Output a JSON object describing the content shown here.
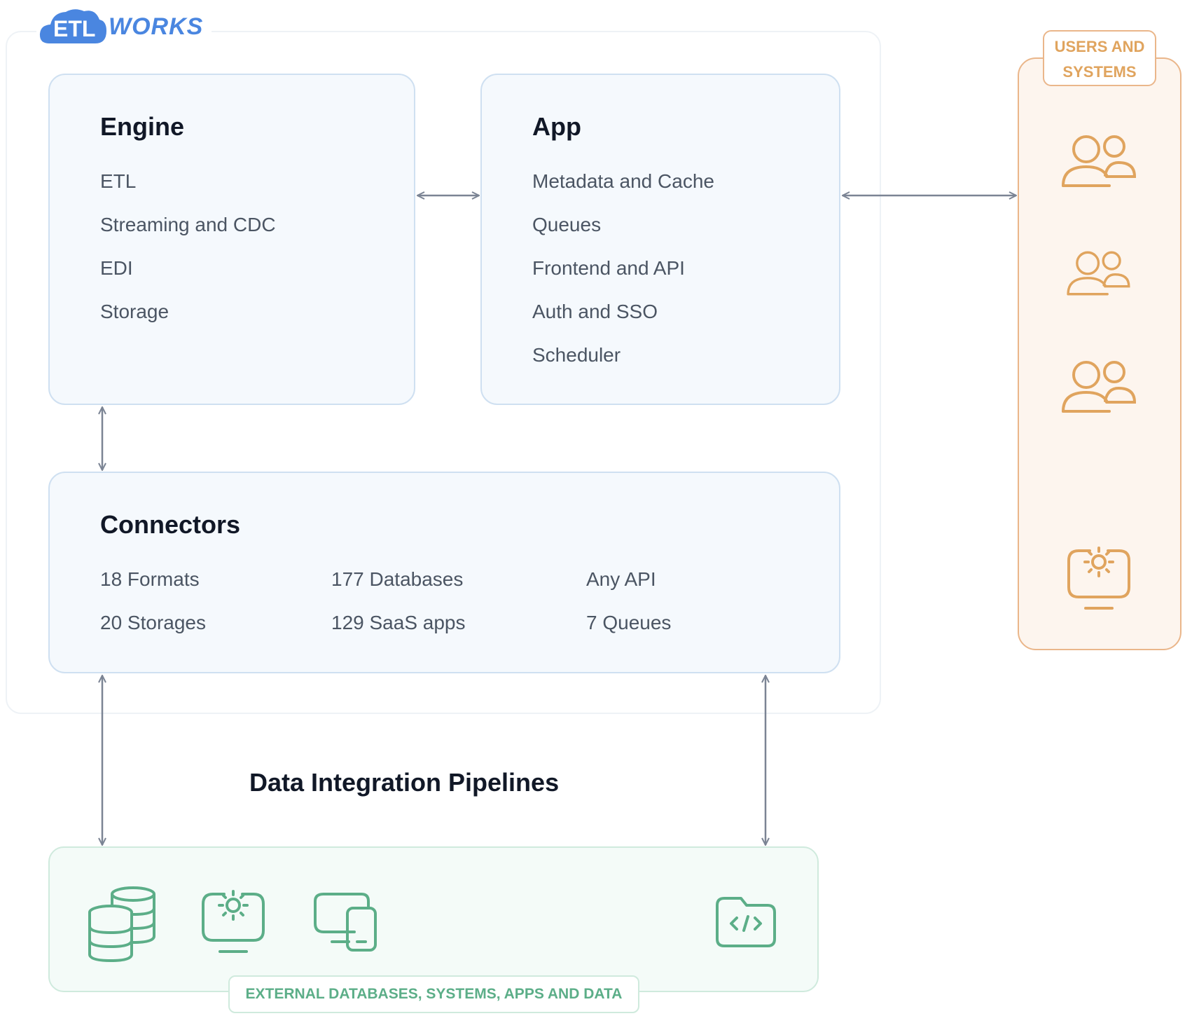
{
  "logo": {
    "etl": "ETL",
    "works": "WORKS"
  },
  "engine": {
    "title": "Engine",
    "items": [
      "ETL",
      "Streaming and CDC",
      "EDI",
      "Storage"
    ]
  },
  "app": {
    "title": "App",
    "items": [
      "Metadata and Cache",
      "Queues",
      "Frontend and API",
      "Auth and SSO",
      "Scheduler"
    ]
  },
  "connectors": {
    "title": "Connectors",
    "col1": [
      "18 Formats",
      "20 Storages"
    ],
    "col2": [
      "177 Databases",
      "129 SaaS apps"
    ],
    "col3": [
      "Any API",
      "7 Queues"
    ]
  },
  "users": {
    "label_line1": "USERS AND",
    "label_line2": "SYSTEMS",
    "icons": [
      "users-group-icon",
      "users-group-icon",
      "users-group-icon",
      "monitor-gear-icon"
    ]
  },
  "pipelines": {
    "title": "Data Integration Pipelines"
  },
  "external": {
    "label": "EXTERNAL DATABASES, SYSTEMS, APPS AND DATA",
    "icons": [
      "database-stack-icon",
      "monitor-gear-icon",
      "devices-icon",
      "code-folder-icon"
    ]
  },
  "colors": {
    "brand_blue": "#4a86e0",
    "orange": "#e0a45e",
    "green": "#5cae88",
    "arrow": "#7b8494"
  }
}
